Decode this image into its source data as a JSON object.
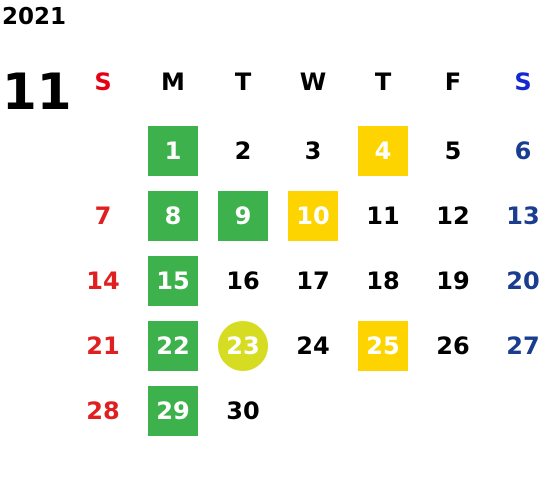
{
  "calendar": {
    "year": "2021",
    "month": "11",
    "weekdays": [
      {
        "label": "S",
        "color": "#e60012"
      },
      {
        "label": "M",
        "color": "#000000"
      },
      {
        "label": "T",
        "color": "#000000"
      },
      {
        "label": "W",
        "color": "#000000"
      },
      {
        "label": "T",
        "color": "#000000"
      },
      {
        "label": "F",
        "color": "#000000"
      },
      {
        "label": "S",
        "color": "#1428d2"
      }
    ],
    "first_weekday_offset": 1,
    "days": [
      {
        "day": "1",
        "highlight": "green"
      },
      {
        "day": "2",
        "highlight": "none"
      },
      {
        "day": "3",
        "highlight": "none"
      },
      {
        "day": "4",
        "highlight": "yellow"
      },
      {
        "day": "5",
        "highlight": "none"
      },
      {
        "day": "6",
        "highlight": "none"
      },
      {
        "day": "7",
        "highlight": "none"
      },
      {
        "day": "8",
        "highlight": "green"
      },
      {
        "day": "9",
        "highlight": "green"
      },
      {
        "day": "10",
        "highlight": "yellow"
      },
      {
        "day": "11",
        "highlight": "none"
      },
      {
        "day": "12",
        "highlight": "none"
      },
      {
        "day": "13",
        "highlight": "none"
      },
      {
        "day": "14",
        "highlight": "none"
      },
      {
        "day": "15",
        "highlight": "green"
      },
      {
        "day": "16",
        "highlight": "none"
      },
      {
        "day": "17",
        "highlight": "none"
      },
      {
        "day": "18",
        "highlight": "none"
      },
      {
        "day": "19",
        "highlight": "none"
      },
      {
        "day": "20",
        "highlight": "none"
      },
      {
        "day": "21",
        "highlight": "none"
      },
      {
        "day": "22",
        "highlight": "green"
      },
      {
        "day": "23",
        "highlight": "today"
      },
      {
        "day": "24",
        "highlight": "none"
      },
      {
        "day": "25",
        "highlight": "yellow"
      },
      {
        "day": "26",
        "highlight": "none"
      },
      {
        "day": "27",
        "highlight": "none"
      },
      {
        "day": "28",
        "highlight": "none"
      },
      {
        "day": "29",
        "highlight": "green"
      },
      {
        "day": "30",
        "highlight": "none"
      }
    ]
  },
  "colors": {
    "green": "#3db14b",
    "yellow": "#fed400",
    "today": "#d6dc22",
    "sunday": "#e02020",
    "saturday": "#1a3d8f"
  }
}
